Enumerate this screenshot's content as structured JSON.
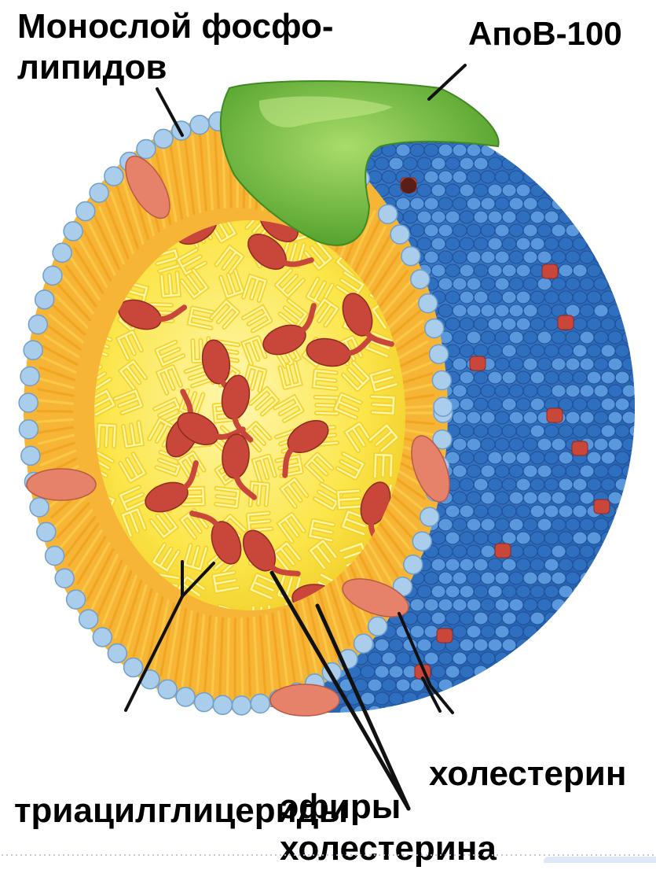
{
  "labels": {
    "phospholipid_monolayer": [
      "Монослой фосфо-",
      "липидов"
    ],
    "apob100": "АпоВ-100",
    "cholesterol": "холестерин",
    "triacylglycerides": "триацилглицериды",
    "cholesterol_esters": [
      "эфиры",
      "холестерина"
    ]
  },
  "colors": {
    "headgroup": "#a9cdea",
    "headgroup_stroke": "#6f9fcd",
    "tail": "#f2a51f",
    "tail_light": "#fbc846",
    "core": "#fbe64a",
    "core_light": "#fff6a6",
    "ester": "#c9473a",
    "ester_dark": "#8e2a22",
    "cholesterol": "#e6826a",
    "apob": "#6fbd3d",
    "apob_light": "#a7d96b",
    "surface_blue": "#2f6fbf",
    "surface_blue_light": "#5a98de",
    "surface_blue_dark": "#1e4f96"
  }
}
